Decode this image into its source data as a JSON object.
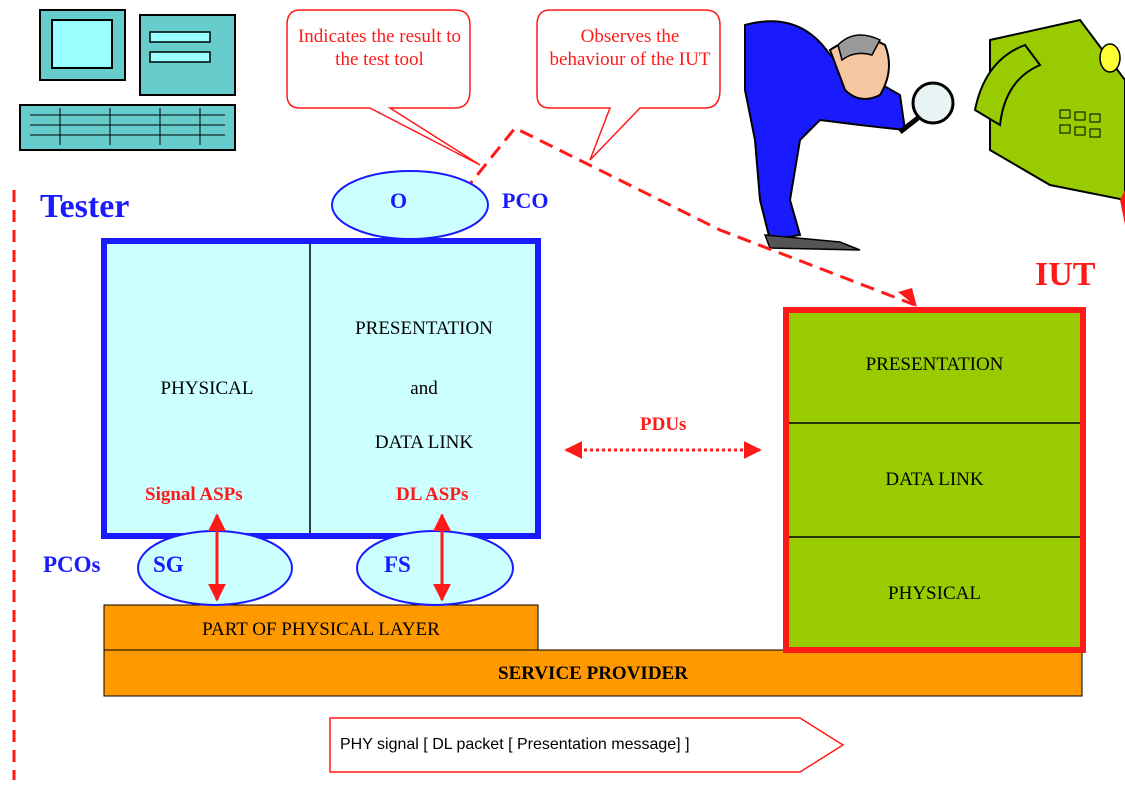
{
  "callouts": {
    "left": "Indicates the result to the test tool",
    "right": "Observes the behaviour of the IUT"
  },
  "tester": {
    "title": "Tester",
    "pco_label": "PCO",
    "observer": "O",
    "left_layer": "PHYSICAL",
    "right_layer_line1": "PRESENTATION",
    "right_layer_line2": "and",
    "right_layer_line3": "DATA LINK",
    "signal_asps": "Signal ASPs",
    "dl_asps": "DL ASPs",
    "pcos_label": "PCOs",
    "sg": "SG",
    "fs": "FS"
  },
  "pdus": "PDUs",
  "iut": {
    "title": "IUT",
    "layers": [
      "PRESENTATION",
      "DATA LINK",
      "PHYSICAL"
    ]
  },
  "bottom": {
    "part_physical": "PART OF PHYSICAL LAYER",
    "service_provider": "SERVICE PROVIDER",
    "signal_nesting": "PHY signal [ DL packet [ Presentation message] ]"
  },
  "colors": {
    "tester_border": "#1a1aff",
    "tester_fill": "#ccffff",
    "iut_border": "#ff1a1a",
    "iut_fill": "#99cc00",
    "service_fill": "#ff9900",
    "arrow_red": "#ff1a1a"
  },
  "icons": [
    "computer-icon",
    "person-with-magnifier-icon",
    "telephone-icon"
  ]
}
